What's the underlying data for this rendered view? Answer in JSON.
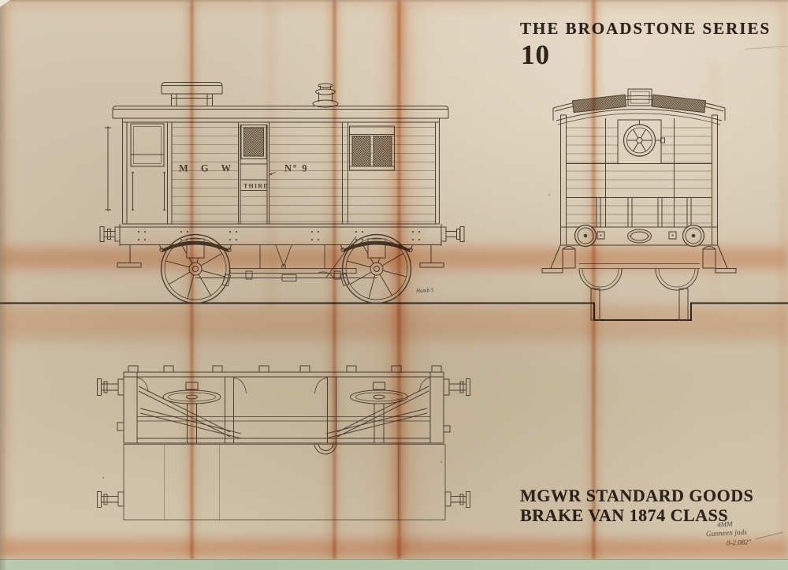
{
  "header": {
    "series_title": "THE BROADSTONE SERIES",
    "series_number": "10"
  },
  "title_block": {
    "line1": "MGWR STANDARD GOODS",
    "line2": "BRAKE VAN 1874 CLASS"
  },
  "wagon_markings": {
    "railway_initials": "M G W",
    "running_number": "Nº 9",
    "class_label": "THIRD"
  },
  "handwritten_notes": {
    "scale_note": "4MM",
    "signature": "Gunneen juds",
    "drawing_number": "0-2.082″",
    "surface_scribble": "Hamb 5"
  },
  "colors": {
    "paper": "#d6c8b1",
    "ink": "#4b4134",
    "stain_orange": "#e0813f",
    "edge_green": "#b7c9ad",
    "title_ink": "#2c241c"
  }
}
